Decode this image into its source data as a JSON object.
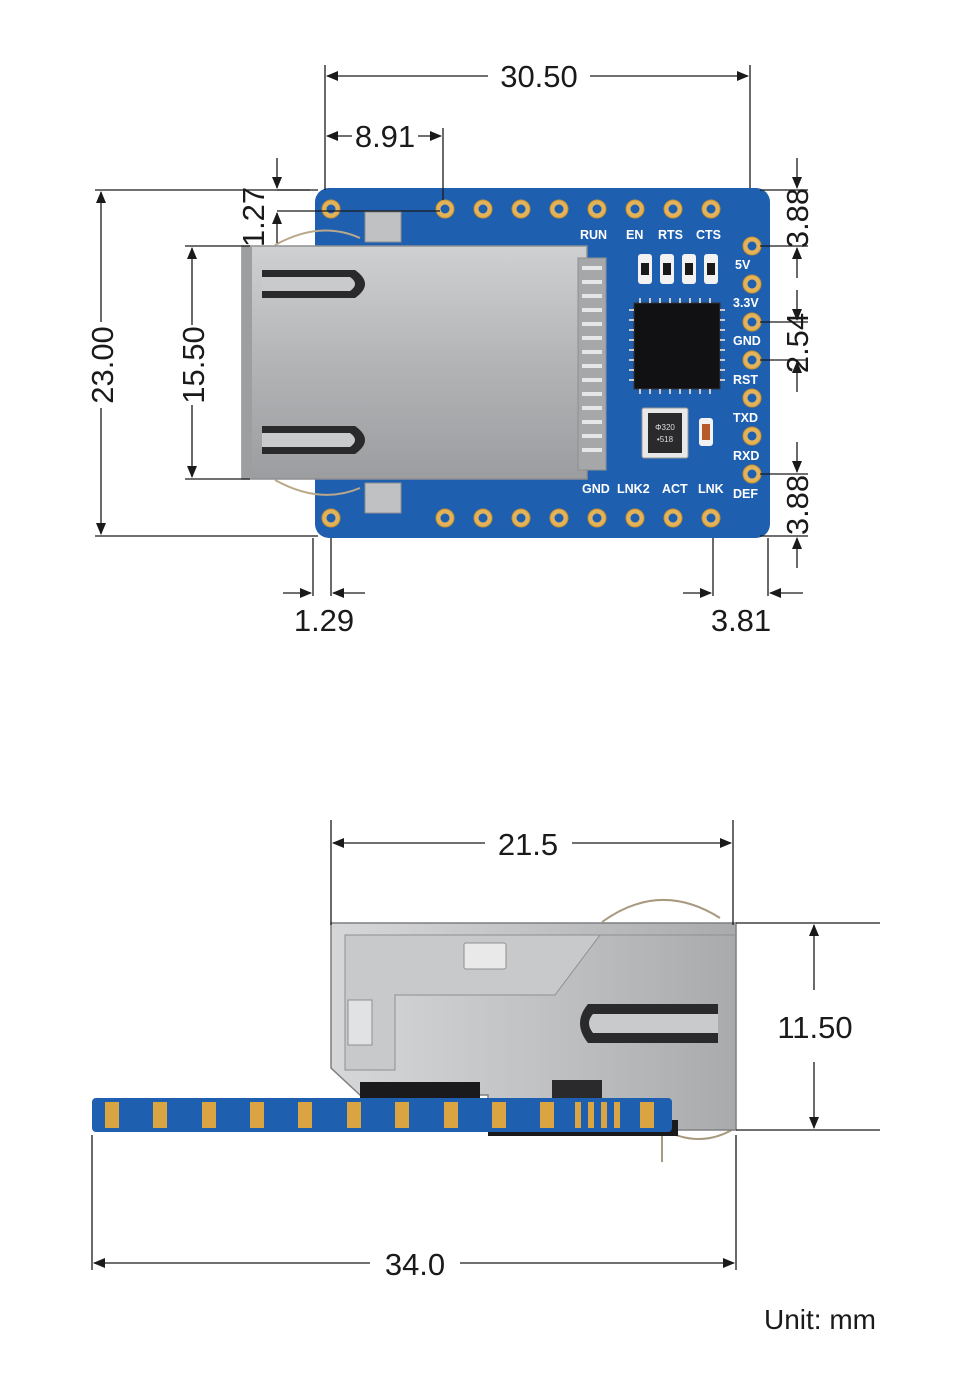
{
  "dimensions": {
    "board_width": "30.50",
    "first_pin_offset": "8.91",
    "top_edge_offset": "1.27",
    "right_top_offset": "3.88",
    "board_height": "23.00",
    "jack_height": "15.50",
    "pin_pitch": "2.54",
    "right_bottom_offset": "3.88",
    "left_bottom_offset": "1.29",
    "bottom_right_offset": "3.81",
    "jack_length": "21.5",
    "side_height": "11.50",
    "total_length": "34.0"
  },
  "silkscreen": {
    "top": [
      "RUN",
      "EN",
      "RTS",
      "CTS"
    ],
    "right": [
      "5V",
      "3.3V",
      "GND",
      "RST",
      "TXD",
      "RXD",
      "DEF"
    ],
    "bottom": [
      "GND",
      "LNK2",
      "ACT",
      "LNK"
    ],
    "crystal": [
      "Φ320",
      "•518"
    ]
  },
  "unit_label": "Unit:  mm",
  "colors": {
    "pcb": "#1f5fb0",
    "shield": "#b5b6b8",
    "gold": "#d9a441",
    "dimension_line": "#1a1a1a"
  }
}
